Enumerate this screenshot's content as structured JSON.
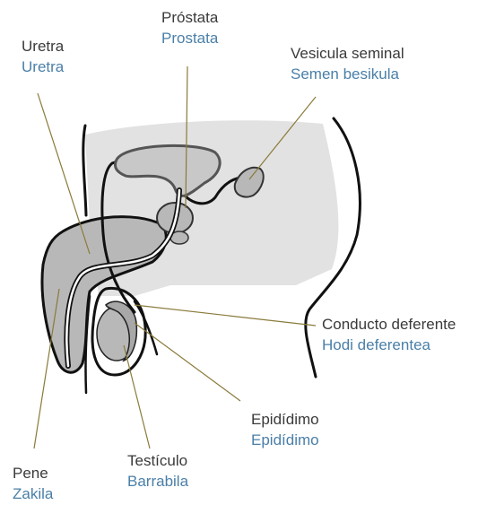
{
  "colors": {
    "outline": "#111111",
    "organ_fill": "#b8b8b8",
    "body_shade": "#e2e2e2",
    "leader_line": "#8a7a3a",
    "label_es": "#3a3a3a",
    "label_eu": "#4a7fa8"
  },
  "labels": {
    "prostata": {
      "es": "Próstata",
      "eu": "Prostata"
    },
    "uretra": {
      "es": "Uretra",
      "eu": "Uretra"
    },
    "vesicula": {
      "es": "Vesicula seminal",
      "eu": "Semen besikula"
    },
    "conducto": {
      "es": "Conducto deferente",
      "eu": "Hodi deferentea"
    },
    "epididimo": {
      "es": "Epidídimo",
      "eu": "Epidídimo"
    },
    "testiculo": {
      "es": "Testículo",
      "eu": "Barrabila"
    },
    "pene": {
      "es": "Pene",
      "eu": "Zakila"
    }
  }
}
